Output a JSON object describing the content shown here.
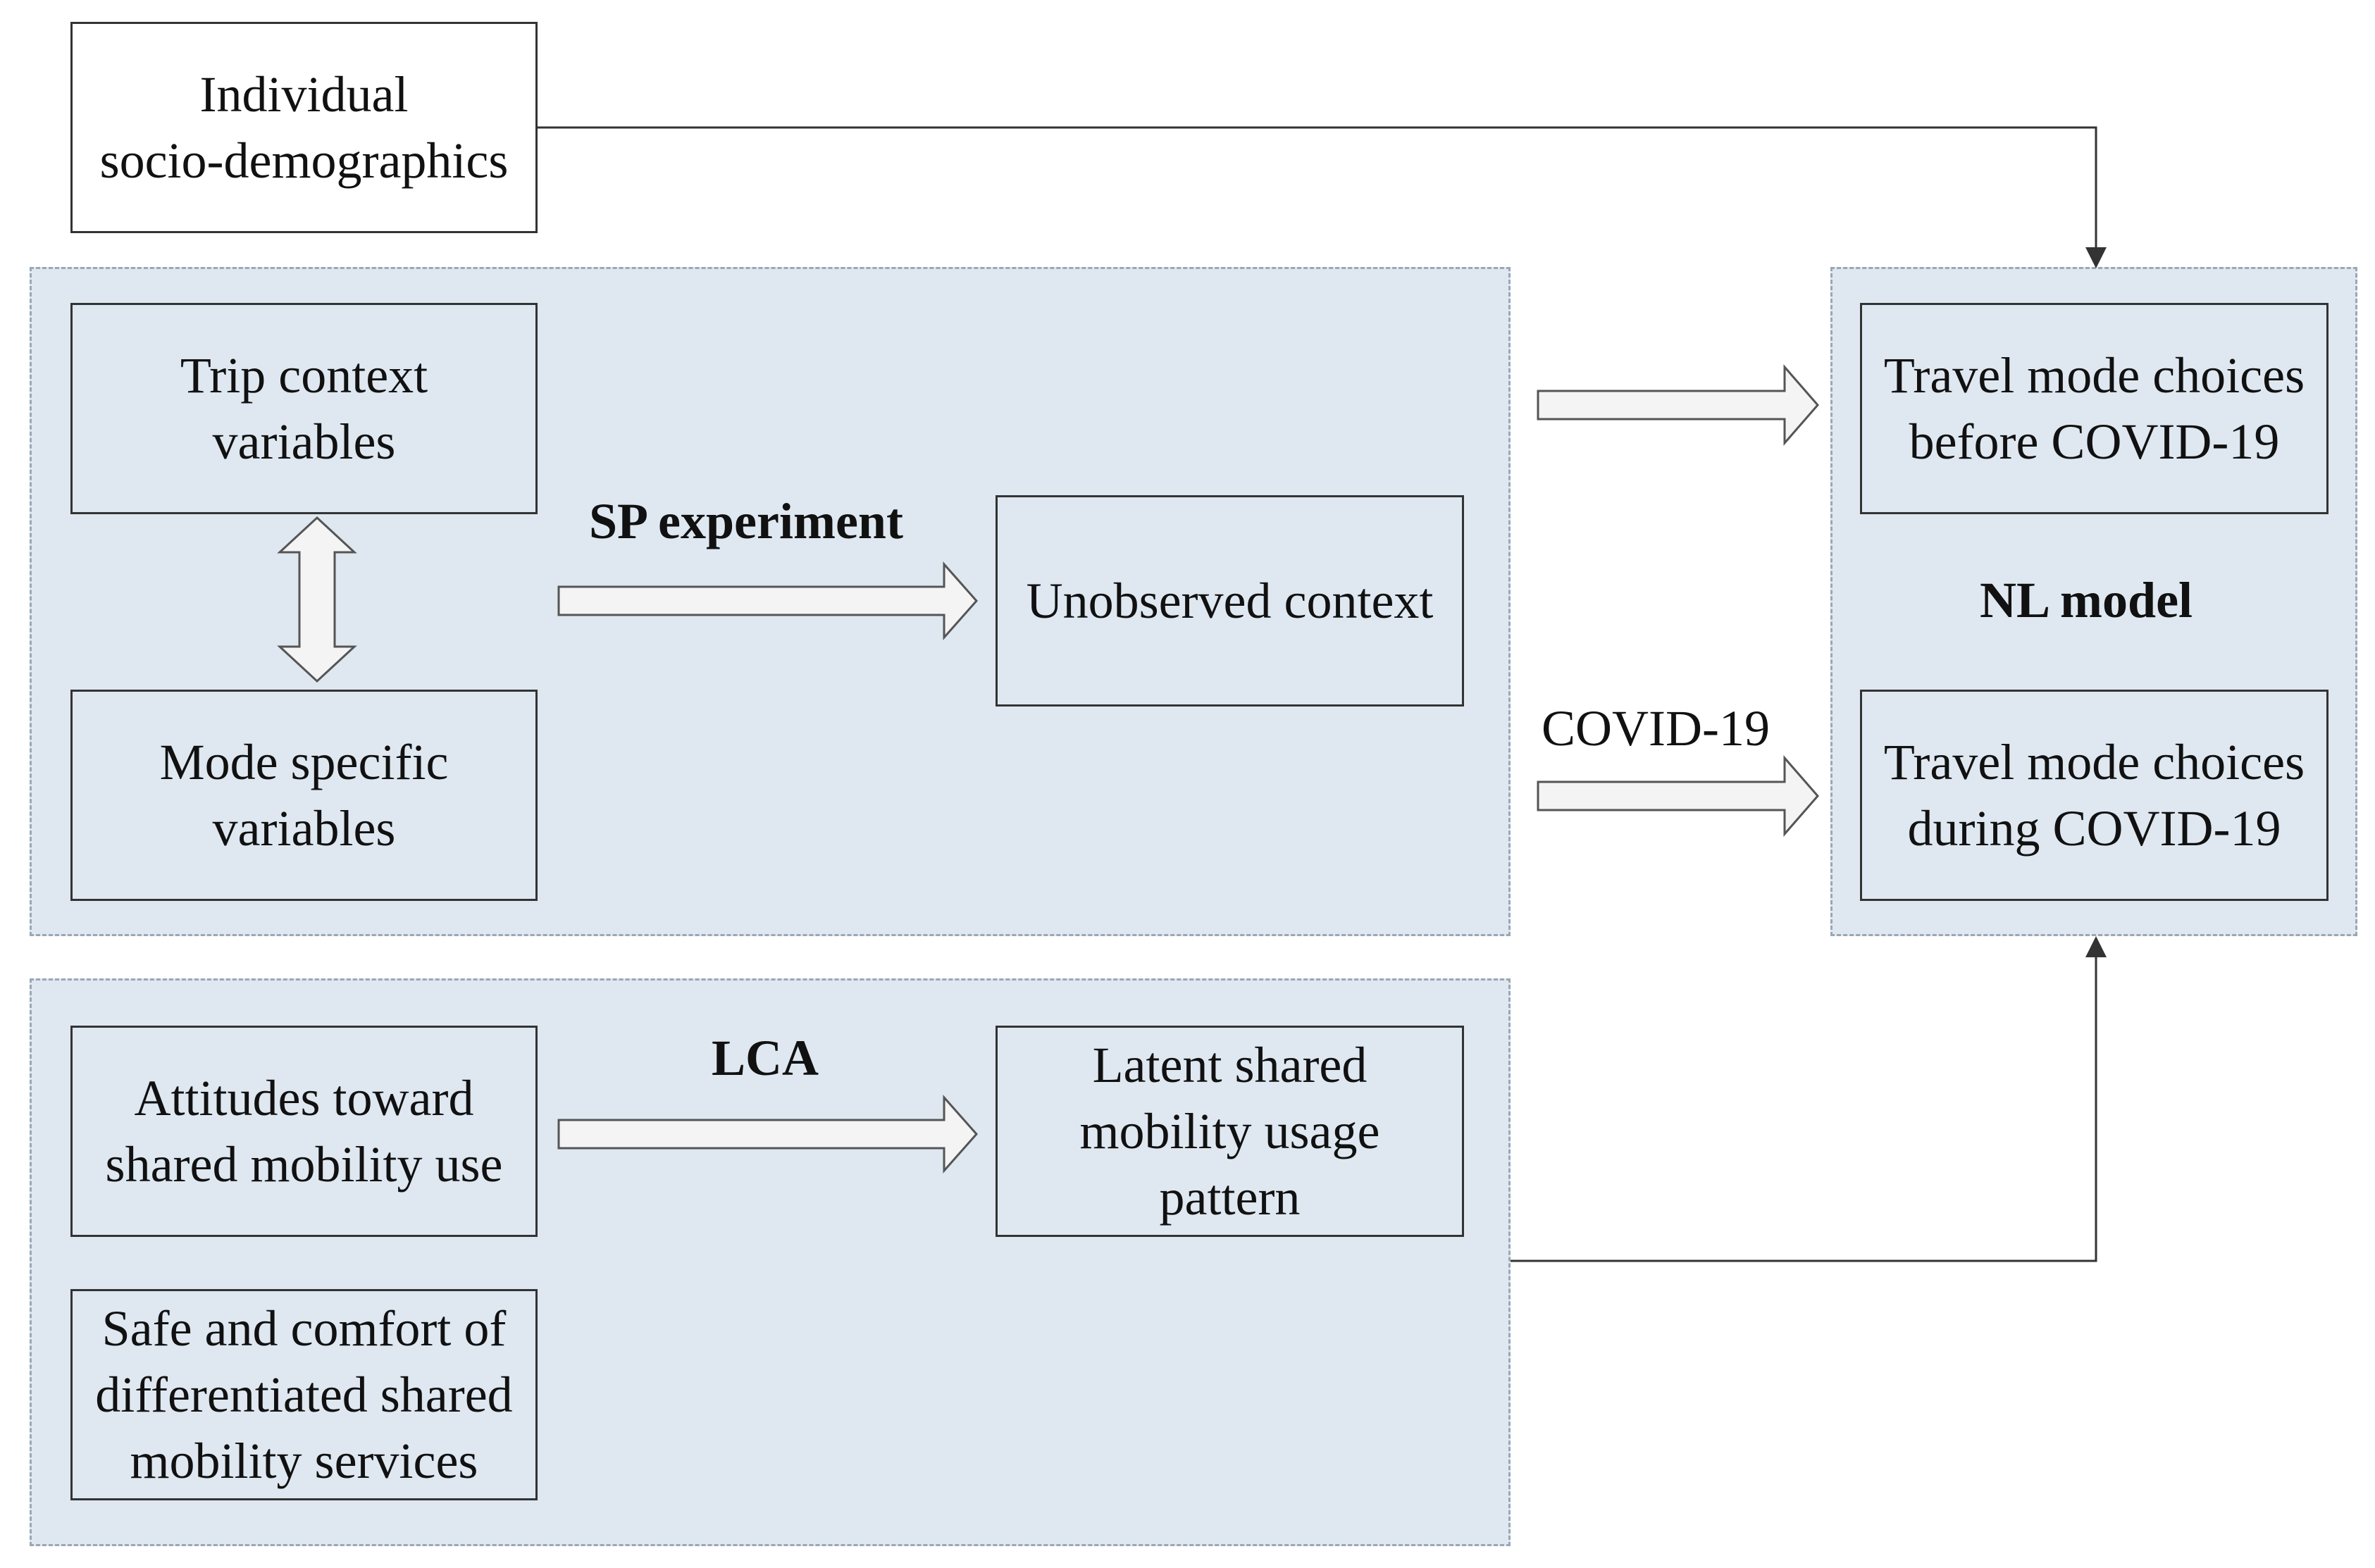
{
  "nodes": {
    "socio": "Individual\nsocio-demographics",
    "trip": "Trip context\nvariables",
    "mode": "Mode specific\nvariables",
    "unobserved": "Unobserved context",
    "before": "Travel mode choices\nbefore COVID-19",
    "during": "Travel mode choices\nduring COVID-19",
    "attitudes": "Attitudes toward\nshared mobility use",
    "safe": "Safe and comfort of\ndifferentiated shared\nmobility services",
    "latent": "Latent shared\nmobility usage\npattern"
  },
  "labels": {
    "sp_experiment": "SP experiment",
    "lca": "LCA",
    "covid": "COVID-19",
    "nl_model": "NL model"
  }
}
